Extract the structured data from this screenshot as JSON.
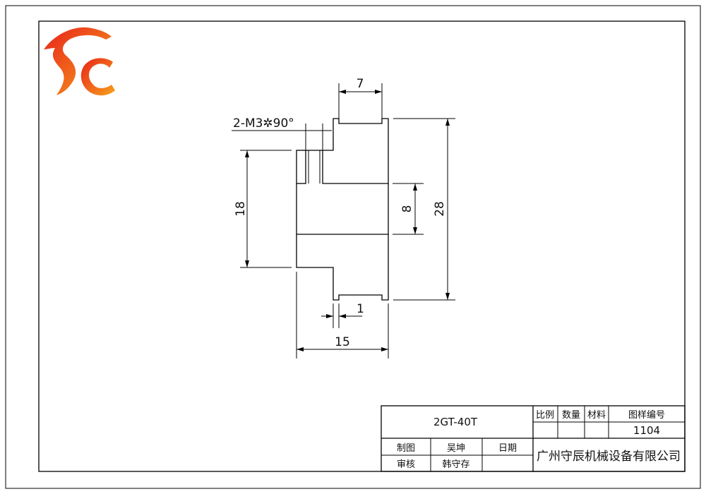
{
  "drawing": {
    "dimensions": {
      "groove_width": "7",
      "set_screw": "2-M3✲90°",
      "hub_diameter": "18",
      "bore_diameter": "8",
      "outer_diameter": "28",
      "flange_thickness": "1",
      "total_width": "15"
    }
  },
  "title_block": {
    "part_name": "2GT-40T",
    "headers": {
      "scale": "比例",
      "quantity": "数量",
      "material": "材料",
      "drawing_no": "图样编号"
    },
    "drawing_no": "1104",
    "drawn_by_label": "制图",
    "drawn_by": "吴坤",
    "date_label": "日期",
    "checked_by_label": "审核",
    "checked_by": "韩守存",
    "company": "广州守辰机械设备有限公司"
  },
  "logo": {
    "text": "SC",
    "colors": [
      "#e8231b",
      "#f7a21b"
    ]
  }
}
